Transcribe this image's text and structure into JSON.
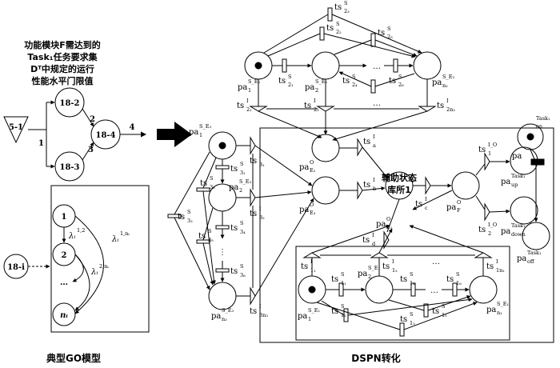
{
  "left_note": {
    "line1": "功能模块F需达到的",
    "line2": "Task₁任务要求集",
    "line3": "Dᵀ中规定的运行",
    "line4": "性能水平门限值"
  },
  "go_model": {
    "caption": "典型GO模型",
    "nodes": {
      "n5_1": "5-1",
      "n18_2": "18-2",
      "n18_3": "18-3",
      "n18_4": "18-4",
      "n18_i": "18-i"
    },
    "signals": {
      "s1": "1",
      "s2": "2",
      "s3": "3",
      "s4": "4"
    },
    "box": {
      "state1": "1",
      "state2": "2",
      "dots": "…",
      "state_n": "nᵢ",
      "lam_12": "λᵢ",
      "lam_12_sup": "1,2",
      "lam_2n": "λᵢ",
      "lam_2n_sup": "2,nᵢ",
      "lam_1n": "λᵢ",
      "lam_1n_sup": "1,nᵢ"
    }
  },
  "dspn": {
    "caption": "DSPN转化",
    "aux_label_line1": "辅助状态",
    "aux_label_line2": "库所1",
    "places": {
      "top_s1": "pa",
      "top_s1_sup": "S_E₂",
      "top_s1_sub": "1",
      "top_s2": "pa",
      "top_s2_sup": "S_E₂",
      "top_s2_sub": "2",
      "top_sn": "pa",
      "top_sn_sup": "S_E₂",
      "top_sn_sub": "n₂",
      "e3_s1": "pa",
      "e3_s1_sup": "S_E₃",
      "e3_s1_sub": "1",
      "e3_s2": "pa",
      "e3_s2_sup": "S_E₃",
      "e3_s2_sub": "2",
      "e3_sn": "pa",
      "e3_sn_sup": "S_E₃",
      "e3_sn_sub": "n₃",
      "oe2": "pa",
      "oe2_sup": "O",
      "oe2_sub": "E₂",
      "oe3": "pa",
      "oe3_sup": "O",
      "oe3_sub": "E₃",
      "oe1": "pa",
      "oe1_sup": "O",
      "oe1_sub": "E₁",
      "of": "pa",
      "of_sup": "O",
      "of_sub": "F",
      "up": "pa",
      "up_sup": "Task₁",
      "up_sub": "up",
      "down": "pa",
      "down_sup": "Task₁",
      "down_sub": "down",
      "on": "pa",
      "on_sup": "Task₁",
      "on_sub": "on",
      "off": "pa",
      "off_sup": "Task₁",
      "off_sub": "off",
      "e1_s1": "pa",
      "e1_s1_sup": "S_E₁",
      "e1_s1_sub": "1",
      "e1_s2": "pa",
      "e1_s2_sup": "S_E₁",
      "e1_s2_sub": "2",
      "e1_sn": "pa",
      "e1_sn_sup": "S_E₁",
      "e1_sn_sub": "n₁"
    },
    "transitions": {
      "t_s21": "ts",
      "t_s21_sup": "S",
      "t_s21_sub": "2₁",
      "t_s22": "ts",
      "t_s22_sup": "S",
      "t_s22_sub": "2₂",
      "t_s23": "ts",
      "t_s23_sup": "S",
      "t_s23_sub": "2₃",
      "t_s24": "ts",
      "t_s24_sup": "S",
      "t_s24_sub": "2₄",
      "t_s25": "ts",
      "t_s25_sup": "S",
      "t_s25_sub": "2₅",
      "t_s26": "ts",
      "t_s26_sup": "S",
      "t_s26_sub": "2₆",
      "t_i21": "ts",
      "t_i21_sup": "I",
      "t_i21_sub": "2₁",
      "t_i22": "ts",
      "t_i22_sup": "I",
      "t_i22_sub": "2₂",
      "t_i2n": "ts",
      "t_i2n_sup": "I",
      "t_i2n_sub": "2n₂",
      "t_s31": "ts",
      "t_s31_sup": "S",
      "t_s31_sub": "3₁",
      "t_s32": "ts",
      "t_s32_sup": "S",
      "t_s32_sub": "3₂",
      "t_s33": "ts",
      "t_s33_sup": "S",
      "t_s33_sub": "3₃",
      "t_s34": "ts",
      "t_s34_sup": "S",
      "t_s34_sub": "3₄",
      "t_s35": "ts",
      "t_s35_sup": "S",
      "t_s35_sub": "3₅",
      "t_s36": "ts",
      "t_s36_sup": "S",
      "t_s36_sub": "3₆",
      "t_i31": "ts",
      "t_i31_sup": "I",
      "t_i31_sub": "3₁",
      "t_i32": "ts",
      "t_i32_sup": "I",
      "t_i32_sub": "3₂",
      "t_i3n": "ts",
      "t_i3n_sup": "I",
      "t_i3n_sub": "3n₃",
      "t_a": "ts",
      "t_a_sup": "I",
      "t_a_sub": "a",
      "t_b": "ts",
      "t_b_sup": "I",
      "t_b_sub": "b",
      "t_c": "ts",
      "t_c_sup": "I",
      "t_c_sub": "c",
      "t_d": "ts",
      "t_d_sup": "I",
      "t_d_sub": "d",
      "t_o1": "ts",
      "t_o1_sup": "I_O",
      "t_o1_sub": "1",
      "t_o2": "ts",
      "t_o2_sup": "I_O",
      "t_o2_sub": "2",
      "t_i11": "ts",
      "t_i11_sup": "I",
      "t_i11_sub": "1₁",
      "t_i12": "ts",
      "t_i12_sup": "I",
      "t_i12_sub": "1₂",
      "t_i1n": "ts",
      "t_i1n_sup": "I",
      "t_i1n_sub": "1n₁",
      "t_s11": "ts",
      "t_s11_sup": "S",
      "t_s11_sub": "1₁",
      "t_s12": "ts",
      "t_s12_sup": "S",
      "t_s12_sub": "1₂",
      "t_s13": "ts",
      "t_s13_sup": "S",
      "t_s13_sub": "1₃",
      "t_s14": "ts",
      "t_s14_sup": "S",
      "t_s14_sub": "1₄",
      "t_s15": "ts",
      "t_s15_sup": "S",
      "t_s15_sub": "1₅",
      "t_s16": "ts",
      "t_s16_sup": "S",
      "t_s16_sub": "1₆"
    },
    "ellipsis": "…",
    "vdots": "⋮"
  }
}
